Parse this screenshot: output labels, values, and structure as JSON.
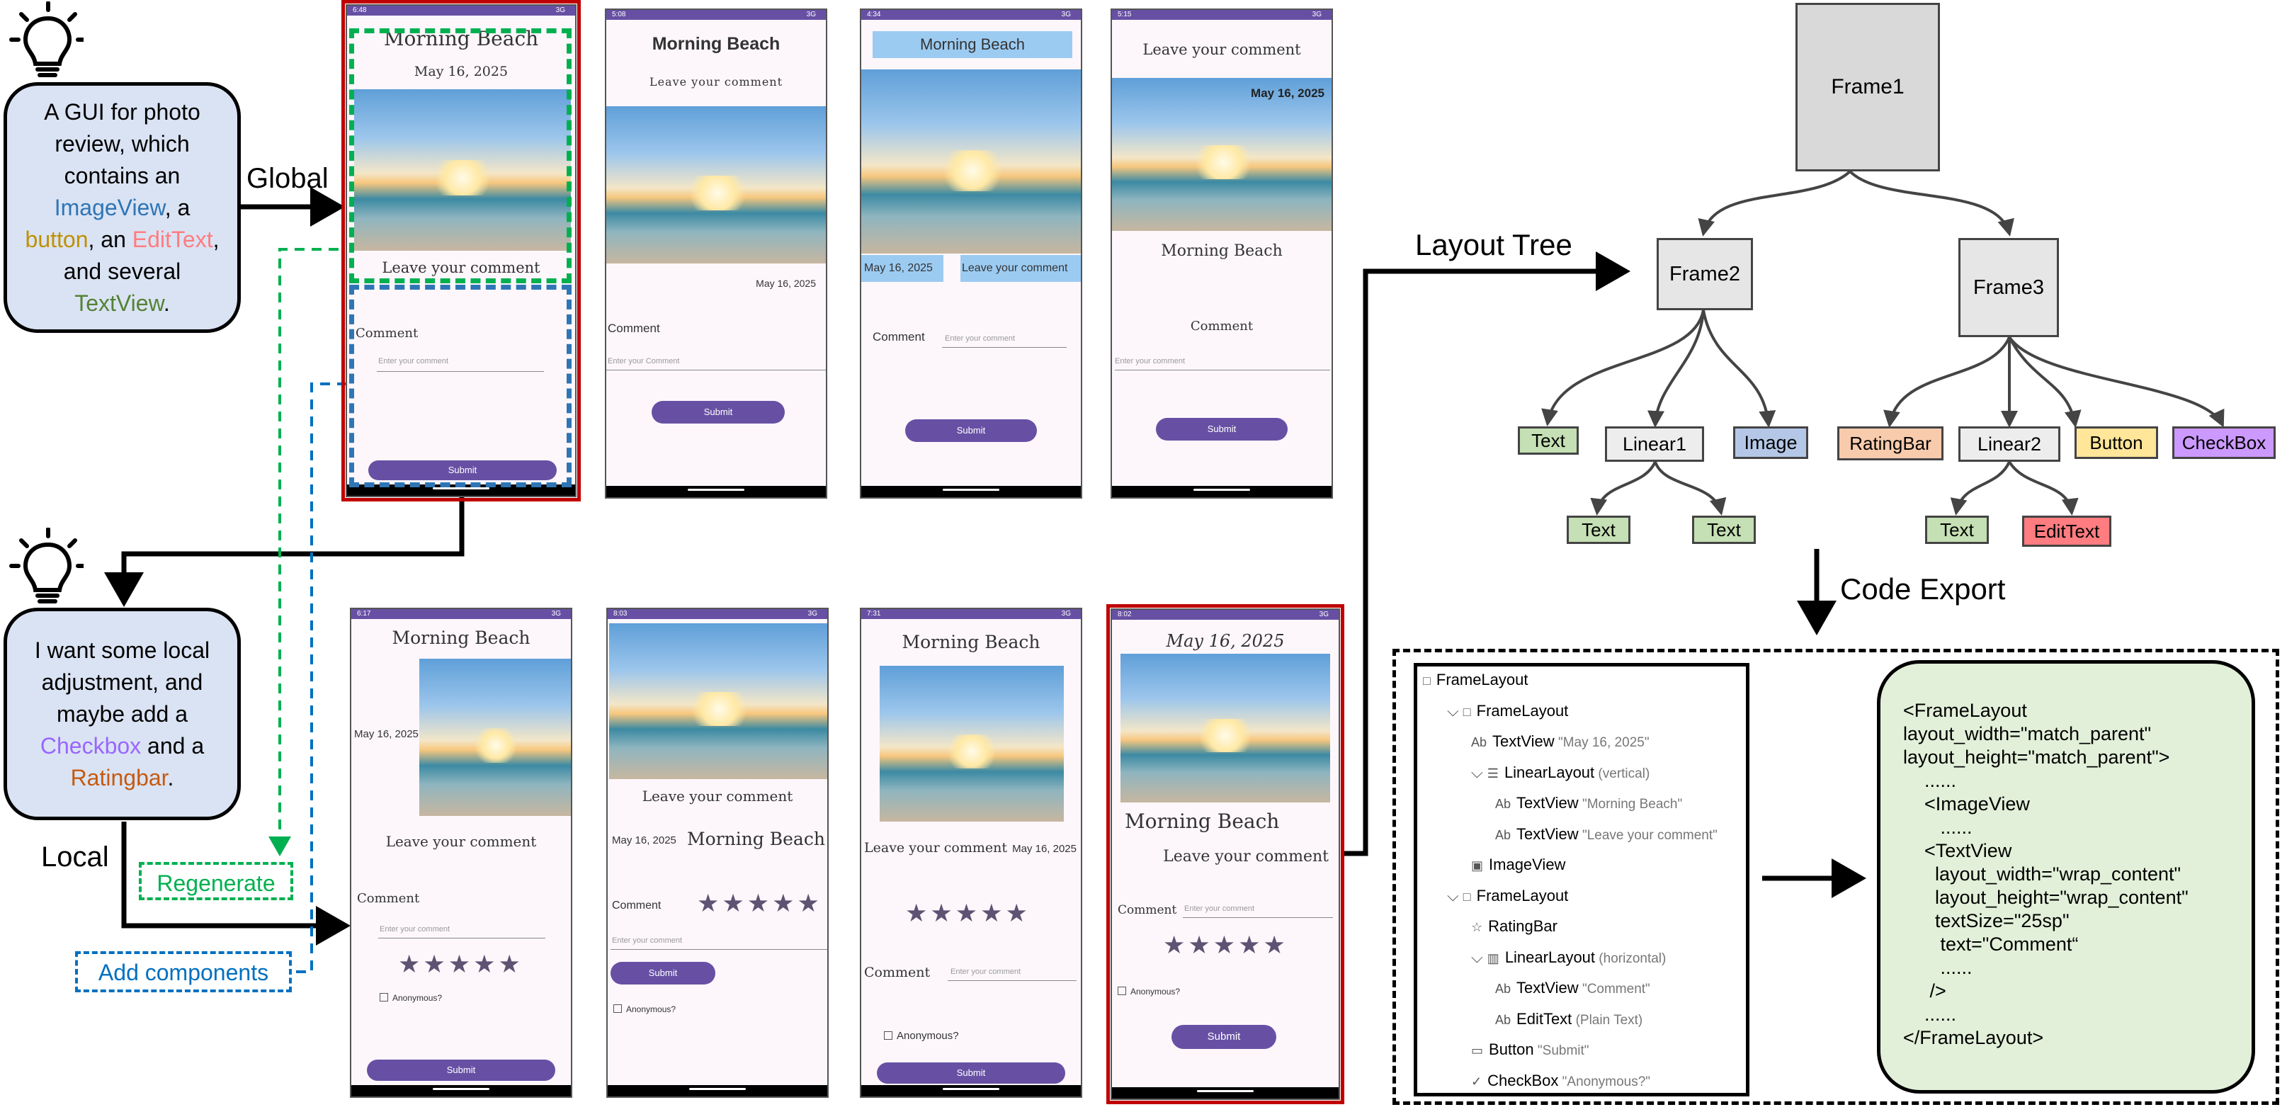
{
  "bubble1": {
    "pre1": "A GUI for photo review, which contains  an ",
    "imageview": "ImageView",
    "mid1": ", a ",
    "button": "button",
    "mid2": ", an ",
    "edittext": "EditText",
    "mid3": ", and several ",
    "textview": "TextView",
    "end": "."
  },
  "bubble2": {
    "pre": "I want some local adjustment, and maybe add a ",
    "checkbox": "Checkbox",
    "mid": " and a ",
    "ratingbar": "Ratingbar",
    "end": "."
  },
  "labels": {
    "global": "Global",
    "local": "Local",
    "regenerate": "Regenerate",
    "add_components": "Add components",
    "layout_tree": "Layout Tree",
    "code_export": "Code Export"
  },
  "colors": {
    "imageview": "#2e75b6",
    "button": "#bf9000",
    "edittext": "#ff7c80",
    "textview": "#548235",
    "checkbox": "#9966ff",
    "ratingbar": "#c55a11",
    "regen": "#00b050",
    "addcomp": "#0070c0",
    "select_red": "#c00000",
    "purple": "#6750a4"
  },
  "phones": {
    "p1": {
      "time": "6:48",
      "net": "3G",
      "title": "Morning Beach",
      "date": "May 16, 2025",
      "caption": "Leave your comment",
      "label": "Comment",
      "hint": "Enter your comment",
      "button": "Submit"
    },
    "p2": {
      "time": "5:08",
      "net": "3G",
      "title": "Morning Beach",
      "subtitle": "Leave your comment",
      "date": "May 16, 2025",
      "label": "Comment",
      "hint": "Enter your Comment",
      "button": "Submit"
    },
    "p3": {
      "time": "4:34",
      "net": "3G",
      "title": "Morning Beach",
      "date": "May 16, 2025",
      "caption": "Leave your comment",
      "label": "Comment",
      "hint": "Enter your comment",
      "button": "Submit"
    },
    "p4": {
      "time": "5:15",
      "net": "3G",
      "caption": "Leave your comment",
      "date": "May 16, 2025",
      "title": "Morning Beach",
      "label": "Comment",
      "hint": "Enter your comment",
      "button": "Submit"
    },
    "p5": {
      "time": "6:17",
      "net": "3G",
      "title": "Morning Beach",
      "date": "May 16, 2025",
      "caption": "Leave your comment",
      "label": "Comment",
      "hint": "Enter your comment",
      "check": "Anonymous?",
      "button": "Submit",
      "stars": "★★★★★"
    },
    "p6": {
      "time": "8:03",
      "net": "3G",
      "caption": "Leave your comment",
      "date": "May 16, 2025",
      "title": "Morning Beach",
      "label": "Comment",
      "hint": "Enter your comment",
      "button": "Submit",
      "check": "Anonymous?",
      "stars": "★★★★★"
    },
    "p7": {
      "time": "7:31",
      "net": "3G",
      "title": "Morning Beach",
      "caption": "Leave your comment",
      "date": "May 16, 2025",
      "label": "Comment",
      "hint": "Enter your comment",
      "check": "Anonymous?",
      "button": "Submit",
      "stars": "★★★★★"
    },
    "p8": {
      "time": "8:02",
      "net": "3G",
      "date": "May 16, 2025",
      "title": "Morning Beach",
      "caption": "Leave your comment",
      "label": "Comment",
      "hint": "Enter your comment",
      "check": "Anonymous?",
      "button": "Submit",
      "stars": "★★★★★"
    }
  },
  "layout_tree": {
    "frame1": "Frame1",
    "frame2": "Frame2",
    "frame3": "Frame3",
    "f2_text": "Text",
    "linear1": "Linear1",
    "image": "Image",
    "l1_text_a": "Text",
    "l1_text_b": "Text",
    "ratingbar": "RatingBar",
    "linear2": "Linear2",
    "button": "Button",
    "checkbox": "CheckBox",
    "l2_text": "Text",
    "l2_edittext": "EditText"
  },
  "component_tree": [
    {
      "name": "FrameLayout",
      "qual": "",
      "icon": "□"
    },
    {
      "name": "FrameLayout",
      "qual": "",
      "icon": "□"
    },
    {
      "name": "TextView",
      "qual": "\"May 16, 2025\"",
      "icon": "Ab"
    },
    {
      "name": "LinearLayout",
      "qual": "(vertical)",
      "icon": "☰"
    },
    {
      "name": "TextView",
      "qual": "\"Morning Beach\"",
      "icon": "Ab"
    },
    {
      "name": "TextView",
      "qual": "\"Leave your comment\"",
      "icon": "Ab"
    },
    {
      "name": "ImageView",
      "qual": "",
      "icon": "▣"
    },
    {
      "name": "FrameLayout",
      "qual": "",
      "icon": "□"
    },
    {
      "name": "RatingBar",
      "qual": "",
      "icon": "☆"
    },
    {
      "name": "LinearLayout",
      "qual": "(horizontal)",
      "icon": "▥"
    },
    {
      "name": "TextView",
      "qual": "\"Comment\"",
      "icon": "Ab"
    },
    {
      "name": "EditText",
      "qual": "(Plain Text)",
      "icon": "Ab"
    },
    {
      "name": "Button",
      "qual": "\"Submit\"",
      "icon": "▭"
    },
    {
      "name": "CheckBox",
      "qual": "\"Anonymous?\"",
      "icon": "✓"
    }
  ],
  "code_lines": [
    "<FrameLayout",
    "layout_width=\"match_parent\"",
    "layout_height=\"match_parent\">",
    "    ......",
    "    <ImageView",
    "       ......",
    "    <TextView",
    "      layout_width=\"wrap_content\"",
    "      layout_height=\"wrap_content\"",
    "      textSize=\"25sp\"",
    "       text=\"Comment“",
    "       ......",
    "     />",
    "    ......",
    "</FrameLayout>"
  ]
}
